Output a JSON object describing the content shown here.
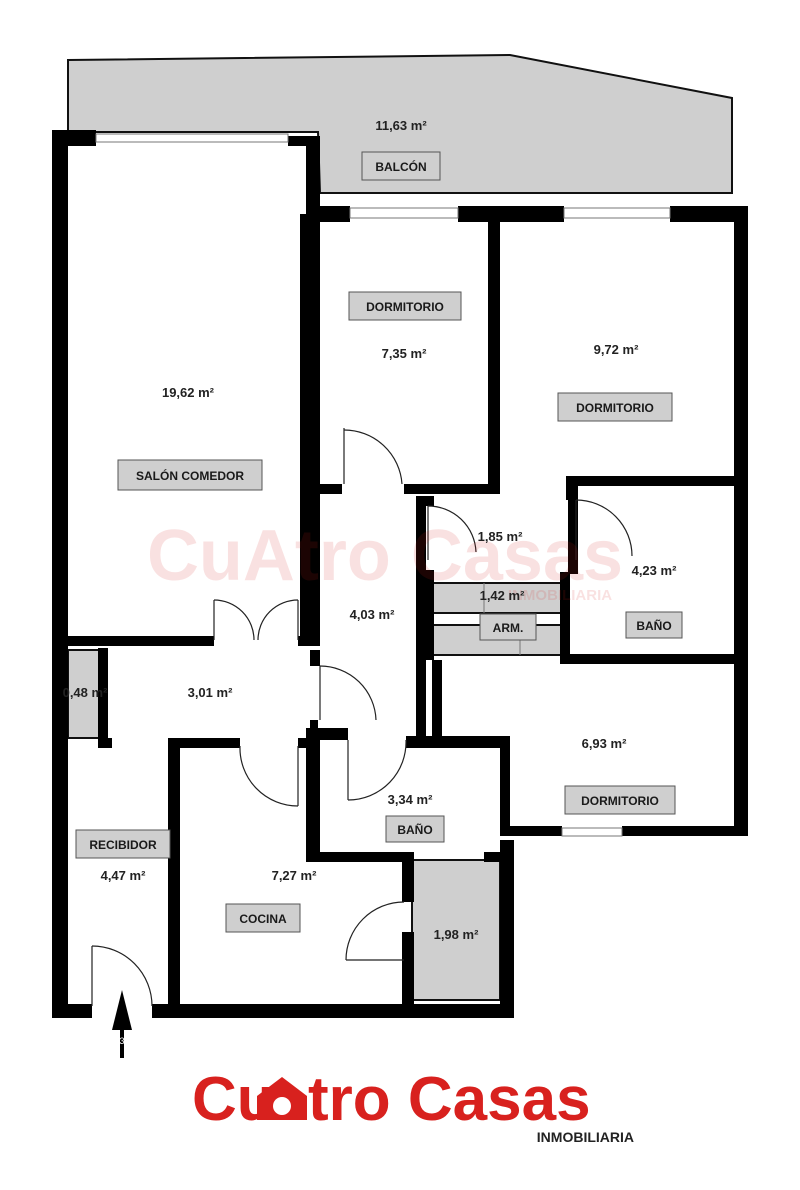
{
  "rooms": {
    "balcon": {
      "label": "BALCÓN",
      "area": "11,63 m²"
    },
    "salon": {
      "label": "SALÓN COMEDOR",
      "area": "19,62 m²"
    },
    "dorm1": {
      "label": "DORMITORIO",
      "area": "7,35 m²"
    },
    "dorm2": {
      "label": "DORMITORIO",
      "area": "9,72 m²"
    },
    "pasillo": {
      "area": "1,85 m²"
    },
    "bano1": {
      "label": "BAÑO",
      "area": "4,23 m²"
    },
    "armario": {
      "label": "ARM.",
      "area": "1,42 m²"
    },
    "hall": {
      "area": "4,03 m²"
    },
    "distribuidor": {
      "area": "3,01 m²"
    },
    "closet": {
      "area": "0,48 m²"
    },
    "dorm3": {
      "label": "DORMITORIO",
      "area": "6,93 m²"
    },
    "bano2": {
      "label": "BAÑO",
      "area": "3,34 m²"
    },
    "cocina": {
      "label": "COCINA",
      "area": "7,27 m²"
    },
    "despensa": {
      "area": "1,98 m²"
    },
    "recibidor": {
      "label": "RECIBIDOR",
      "area": "4,47 m²"
    }
  },
  "entrance": {
    "marker": "138"
  },
  "watermark": {
    "text": "CuAtro Casas",
    "sub": "INMOBILIARIA"
  },
  "logo": {
    "part1": "Cu",
    "part2": "tro Casas",
    "sub": "INMOBILIARIA"
  },
  "colors": {
    "brand": "#d8211e",
    "wall": "#000000",
    "fill": "#cfcfcf",
    "label_bg": "#cfcfcf"
  }
}
